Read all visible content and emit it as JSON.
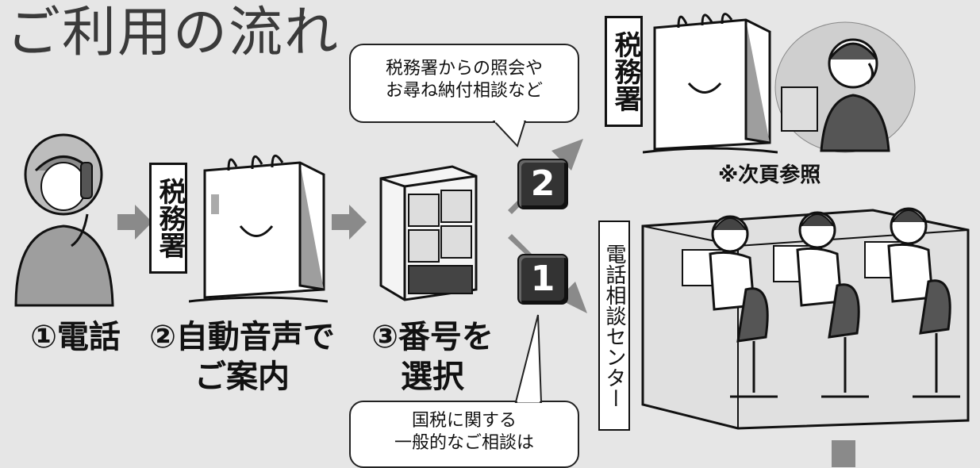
{
  "title": "ご利用の流れ",
  "steps": [
    {
      "label_line1": "①電話",
      "label_line2": ""
    },
    {
      "label_line1": "②自動音声で",
      "label_line2": "ご案内"
    },
    {
      "label_line1": "③番号を",
      "label_line2": "選択"
    }
  ],
  "signs": {
    "tax_office_small": "税務署",
    "tax_office_top": "税務署"
  },
  "bubble_top": {
    "line1": "税務署からの照会や",
    "line2": "お尋ね納付相談など"
  },
  "bubble_bottom": {
    "line1": "国税に関する",
    "line2": "一般的なご相談は"
  },
  "badges": {
    "two": "2",
    "one": "1"
  },
  "note_right": "※次頁参照",
  "call_center_label": "電話相談センター",
  "colors": {
    "background": "#e6e6e6",
    "arrow": "#8a8a8a",
    "badge": "#333333"
  }
}
